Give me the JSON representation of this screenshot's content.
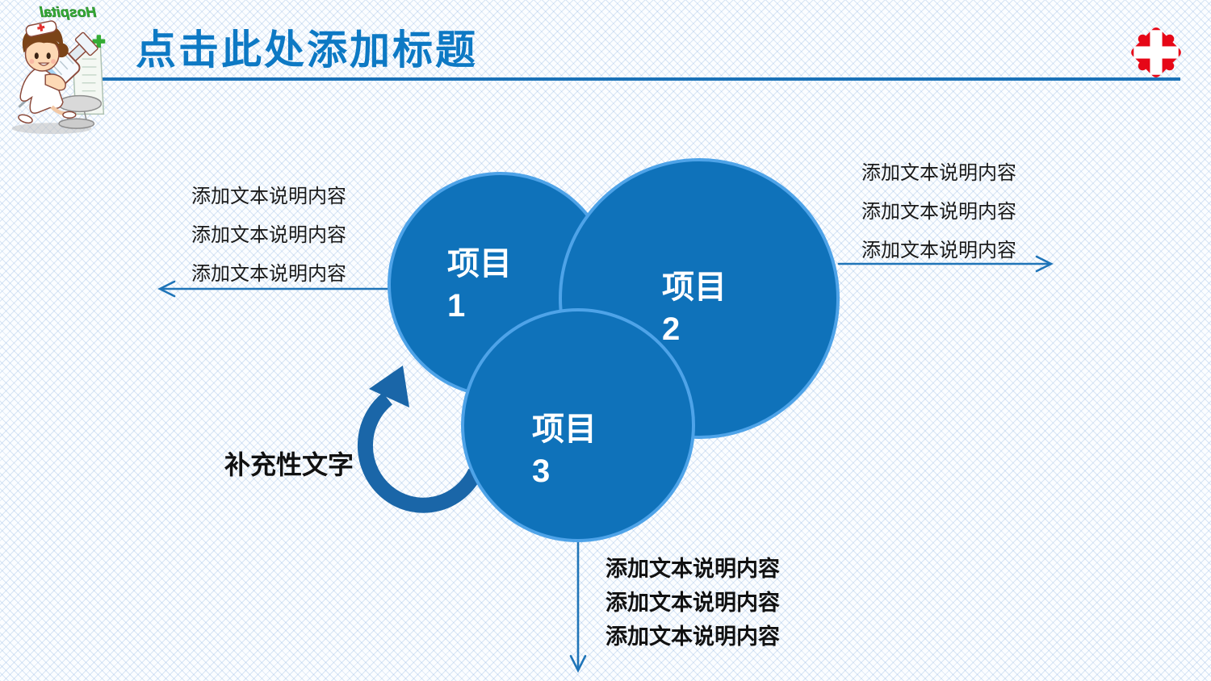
{
  "slide": {
    "title": "点击此处添加标题",
    "header": {
      "hospital_watermark": "Hospital"
    },
    "diagram": {
      "circles": [
        {
          "label": "项目",
          "number": "1"
        },
        {
          "label": "项目",
          "number": "2"
        },
        {
          "label": "项目",
          "number": "3"
        }
      ],
      "left_notes": [
        "添加文本说明内容",
        "添加文本说明内容",
        "添加文本说明内容"
      ],
      "right_notes": [
        "添加文本说明内容",
        "添加文本说明内容",
        "添加文本说明内容"
      ],
      "bottom_notes": [
        "添加文本说明内容",
        "添加文本说明内容",
        "添加文本说明内容"
      ],
      "supplementary_label": "补充性文字"
    },
    "icons": {
      "nurse_illustration": "nurse-with-syringe-and-hospital-building",
      "hospital_logo": "red-cross-diamond-emblem",
      "left_arrow": "arrow-left",
      "right_arrow": "arrow-right",
      "down_arrow": "arrow-down",
      "curved_arrow": "curved-arrow-counterclockwise"
    },
    "colors": {
      "title_blue": "#0d79c4",
      "rule_blue": "#1a72b8",
      "circle_fill": "#0f72ba",
      "circle_border": "#4ea3e8",
      "arrow_blue": "#1e74b8",
      "curved_arrow_blue": "#1a66a8",
      "note_text": "#1a1a1a",
      "cross_red": "#e60717",
      "hospital_green": "#35ac35"
    }
  }
}
